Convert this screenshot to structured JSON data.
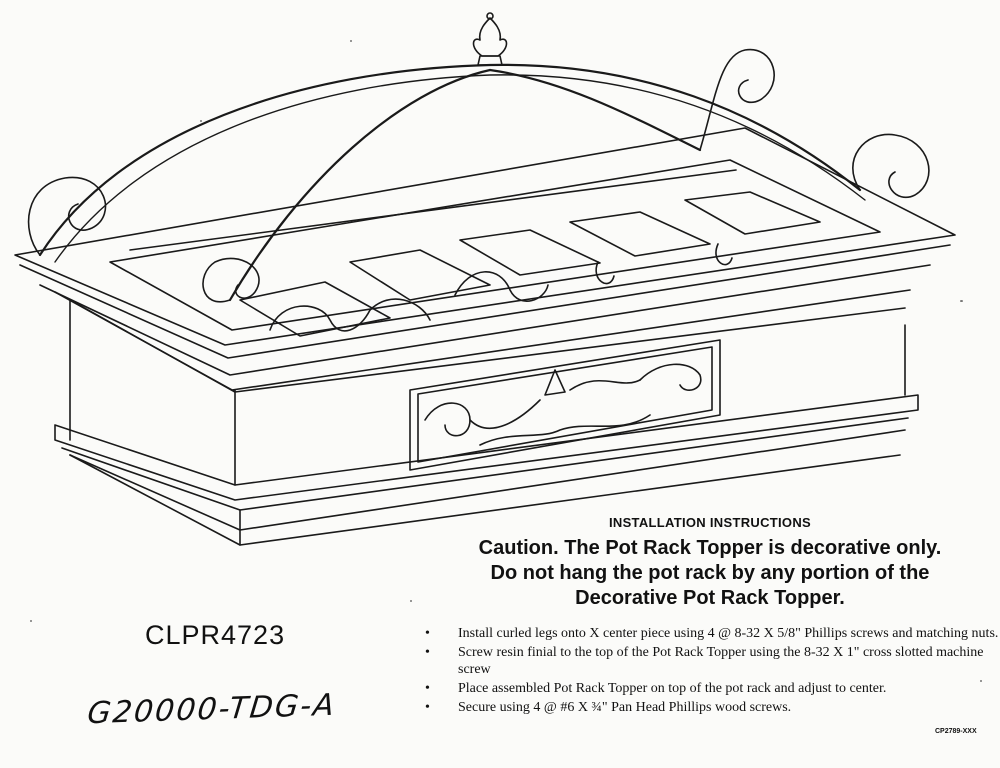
{
  "document": {
    "heading": "INSTALLATION INSTRUCTIONS",
    "caution_lines": [
      "Caution. The Pot Rack Topper is decorative only.",
      "Do not hang the pot rack by any portion of the",
      "Decorative Pot Rack Topper."
    ],
    "model_number": "CLPR4723",
    "handwritten_code": "G20000-TDG-A",
    "steps": [
      {
        "bullet": "•",
        "text": "Install curled legs onto X center piece using 4 @ 8-32 X 5/8\" Phillips screws and matching nuts."
      },
      {
        "bullet": "•",
        "text": "Screw resin finial to the top of the Pot Rack Topper using the 8-32 X 1\" cross slotted machine screw"
      },
      {
        "bullet": "•",
        "text": "Place assembled Pot Rack Topper on top of the pot rack and adjust to center."
      },
      {
        "bullet": "•",
        "text": "Secure using 4 @ #6 X ¾\" Pan Head Phillips wood screws."
      }
    ],
    "doc_number": "CP2789-XXX"
  },
  "colors": {
    "ink": "#111111",
    "paper": "#fbfbf9"
  }
}
